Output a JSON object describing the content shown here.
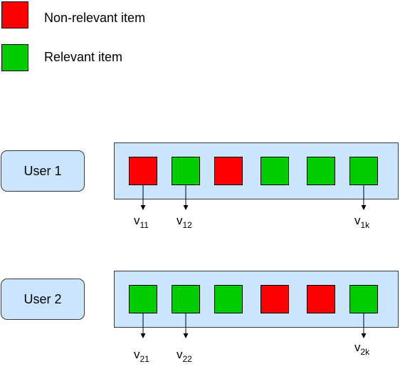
{
  "legend": [
    {
      "label": "Non-relevant item",
      "color": "#ff0000"
    },
    {
      "label": "Relevant item",
      "color": "#00cc00"
    }
  ],
  "colors": {
    "relevant": "#00cc00",
    "non_relevant": "#ff0000",
    "box_fill": "#cce5ff",
    "box_border": "#36393d"
  },
  "users": [
    {
      "label": "User 1",
      "items": [
        "non-relevant",
        "relevant",
        "non-relevant",
        "relevant",
        "relevant",
        "relevant"
      ],
      "pointers": [
        {
          "base": "v",
          "sub": "11"
        },
        {
          "base": "v",
          "sub": "12"
        },
        {
          "base": "v",
          "sub": "1k"
        }
      ]
    },
    {
      "label": "User 2",
      "items": [
        "relevant",
        "relevant",
        "relevant",
        "non-relevant",
        "non-relevant",
        "relevant"
      ],
      "pointers": [
        {
          "base": "v",
          "sub": "21"
        },
        {
          "base": "v",
          "sub": "22"
        },
        {
          "base": "v",
          "sub": "2k"
        }
      ]
    }
  ]
}
